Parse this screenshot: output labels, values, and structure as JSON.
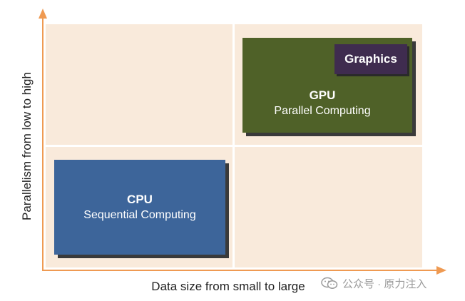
{
  "axes": {
    "x_label": "Data size from small to large",
    "y_label": "Parallelism from low to high"
  },
  "quadrants": {
    "cpu": {
      "title": "CPU",
      "subtitle": "Sequential Computing"
    },
    "gpu": {
      "title": "GPU",
      "subtitle": "Parallel Computing"
    },
    "graphics": {
      "label": "Graphics"
    }
  },
  "watermark": {
    "text": "公众号 · 原力注入",
    "icon": "wechat-icon"
  },
  "colors": {
    "background_panel": "#f9eadb",
    "axis": "#ef9a52",
    "cpu_box": "#3d659a",
    "gpu_box": "#4f6128",
    "graphics_box": "#3f2c4f"
  }
}
